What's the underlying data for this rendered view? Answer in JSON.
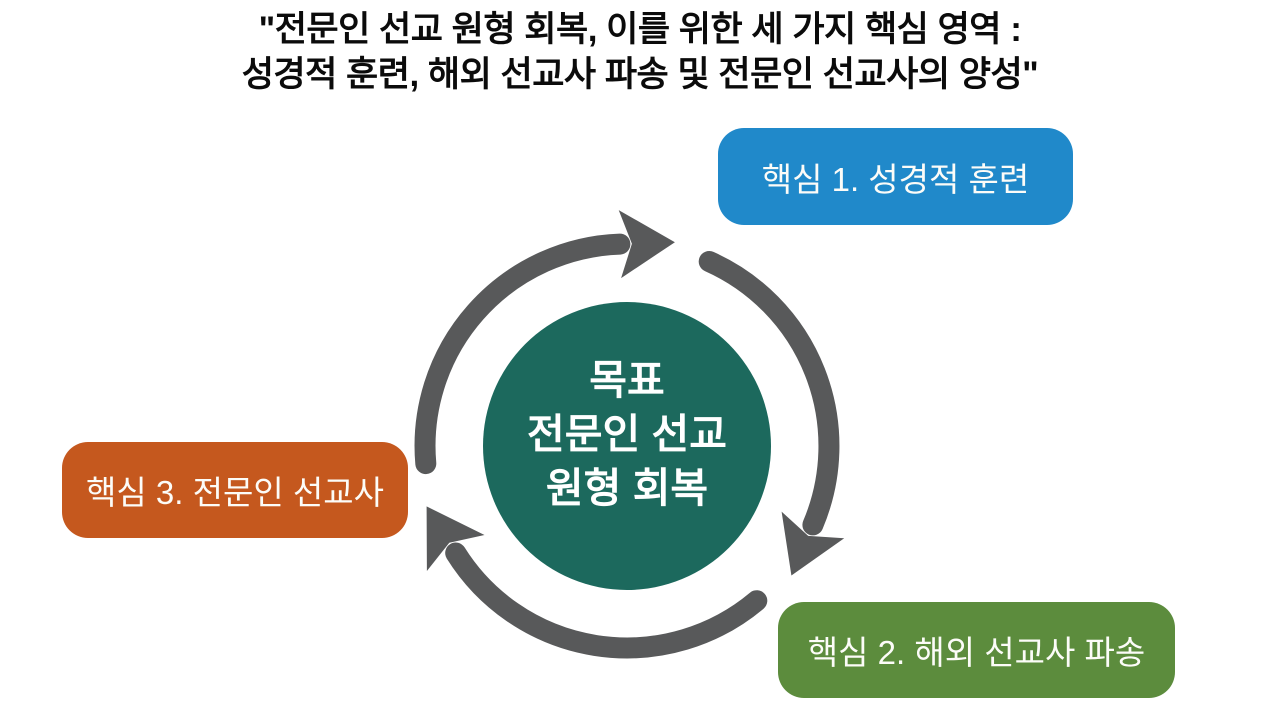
{
  "title": {
    "line1": "\"전문인 선교 원형 회복, 이를 위한 세 가지 핵심 영역 :",
    "line2": "성경적 훈련, 해외 선교사 파송 및 전문인 선교사의 양성\""
  },
  "cycle": {
    "center_label": {
      "line1": "목표",
      "line2": "전문인 선교",
      "line3": "원형 회복"
    },
    "center_color": "#1c695d",
    "arrow_color": "#58595a",
    "direction": "clockwise"
  },
  "boxes": [
    {
      "label": "핵심 1. 성경적 훈련",
      "color": "#2089ca"
    },
    {
      "label": "핵심 2. 해외 선교사 파송",
      "color": "#5c8c3d"
    },
    {
      "label": "핵심 3. 전문인 선교사",
      "color": "#c5581e"
    }
  ],
  "colors": {
    "background": "#ffffff",
    "title_text": "#0b0b0b",
    "box_text": "#fcfcf8",
    "circle_text": "#ffffff"
  }
}
